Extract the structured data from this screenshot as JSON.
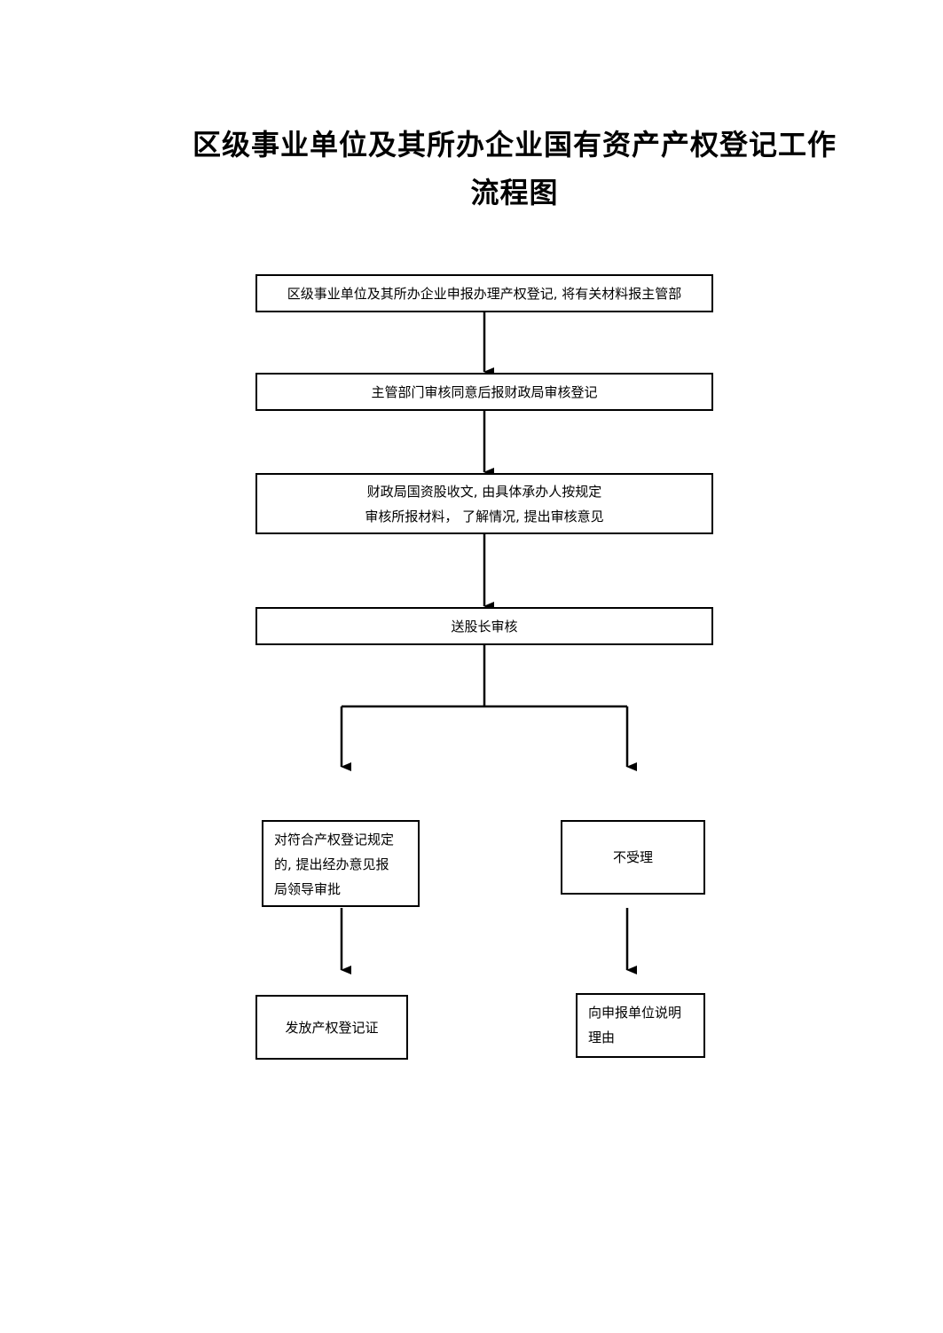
{
  "title": {
    "line1": "区级事业单位及其所办企业国有资产产权登记工作",
    "line2": "流程图"
  },
  "nodes": {
    "apply": {
      "lines": [
        "区级事业单位及其所办企业申报办理产权登记, 将有关材料报主管部"
      ]
    },
    "dept_review": {
      "lines": [
        "主管部门审核同意后报财政局审核登记"
      ]
    },
    "finance_receive": {
      "lines": [
        "财政局国资股收文, 由具体承办人按规定",
        "审核所报材料， 了解情况, 提出审核意见"
      ]
    },
    "chief_review": {
      "lines": [
        "送股长审核"
      ]
    },
    "approve": {
      "lines": [
        "对符合产权登记规定",
        "的, 提出经办意见报",
        "局领导审批"
      ]
    },
    "reject": {
      "lines": [
        "不受理"
      ]
    },
    "issue_cert": {
      "lines": [
        "发放产权登记证"
      ]
    },
    "explain": {
      "lines": [
        "向申报单位说明",
        "理由"
      ]
    }
  }
}
